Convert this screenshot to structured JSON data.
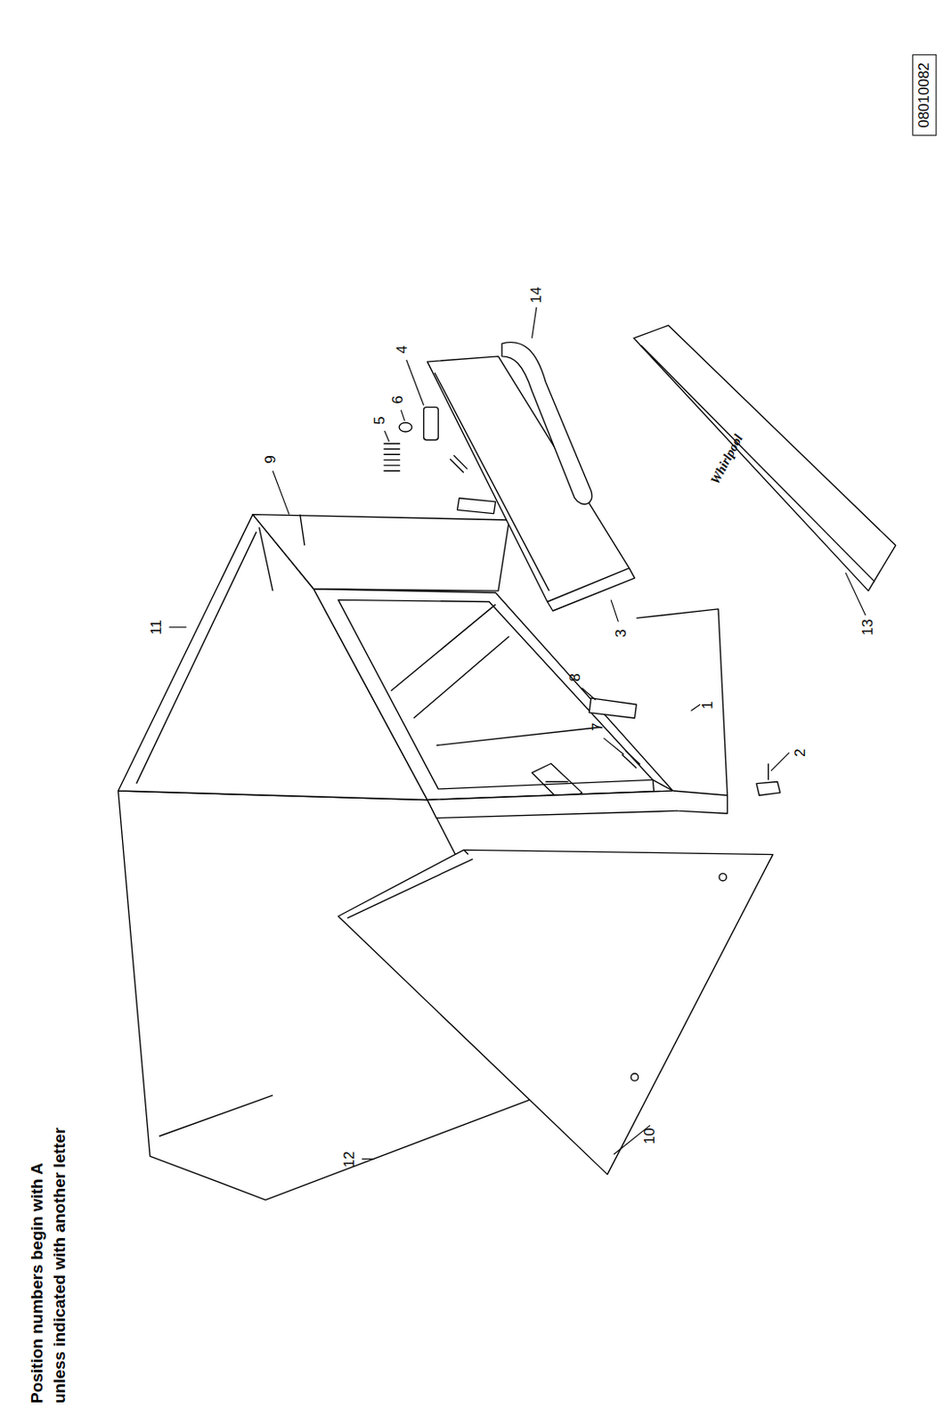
{
  "diagram": {
    "labels": [
      "Position numbers begin with A",
      "unless indicated with another letter",
      "14",
      "4",
      "6",
      "5",
      "9",
      "11",
      "8",
      "7",
      "1",
      "3",
      "13",
      "2",
      "12",
      "10",
      "Whirlpool",
      "08010082"
    ]
  }
}
